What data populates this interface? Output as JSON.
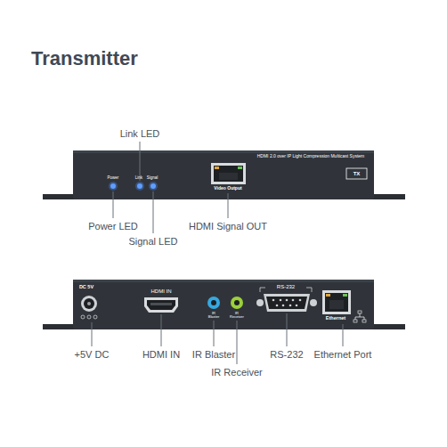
{
  "diagram": {
    "title": "Transmitter",
    "labels": [
      "Link LED",
      "HDMI 2.0 over IP Light Compression Multicast System",
      "TX",
      "Power",
      "Link",
      "Signal",
      "Video Output",
      "Power LED",
      "HDMI Signal OUT",
      "Signal LED",
      "DC 5V",
      "HDMI IN",
      "RS-232",
      "IR Blaster",
      "IR Receiver",
      "Ethernet",
      "+5V DC",
      "HDMI IN",
      "IR Blaster",
      "RS-232",
      "Ethernet Port",
      "IR Receiver"
    ]
  }
}
